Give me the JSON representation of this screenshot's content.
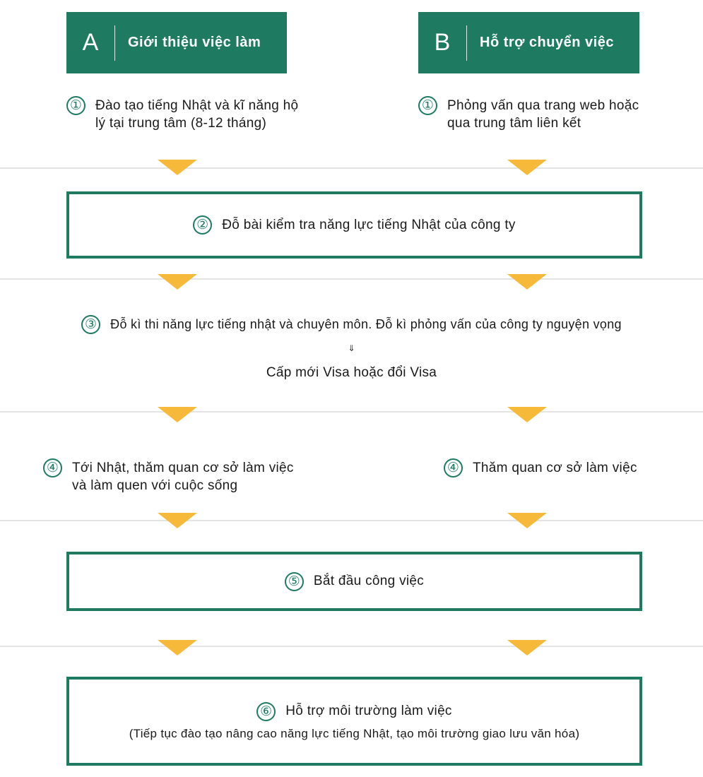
{
  "colors": {
    "primary": "#1f7a62",
    "arrow": "#f7b93a",
    "rule": "#e4e4e4"
  },
  "header_a": {
    "letter": "A",
    "title": "Giới thiệu việc làm"
  },
  "header_b": {
    "letter": "B",
    "title": "Hỗ trợ chuyển việc"
  },
  "step1a": {
    "number": "①",
    "line1": "Đào tạo tiếng Nhật và kĩ năng hộ",
    "line2": "lý tại trung tâm (8-12 tháng)"
  },
  "step1b": {
    "number": "①",
    "line1": "Phỏng vấn qua trang web hoặc",
    "line2": "qua trung tâm liên kết"
  },
  "step2": {
    "number": "②",
    "text": "Đỗ bài kiểm tra năng lực tiếng Nhật của công ty"
  },
  "step3": {
    "number": "③",
    "text": "Đỗ kì thi năng lực tiếng nhật và chuyên môn. Đỗ kì phỏng vấn của công ty nguyện vọng",
    "arrow": "⇓",
    "sub": "Cấp mới Visa hoặc đổi Visa"
  },
  "step4a": {
    "number": "④",
    "line1": "Tới Nhật, thăm quan cơ sở làm việc",
    "line2": "và làm quen với cuộc sống"
  },
  "step4b": {
    "number": "④",
    "text": "Thăm quan cơ sở làm việc"
  },
  "step5": {
    "number": "⑤",
    "text": "Bắt đầu công việc"
  },
  "step6": {
    "number": "⑥",
    "text": "Hỗ trợ môi trường làm việc",
    "sub": "(Tiếp tục đào tạo nâng cao năng lực tiếng Nhật, tạo môi trường giao lưu văn hóa)"
  }
}
